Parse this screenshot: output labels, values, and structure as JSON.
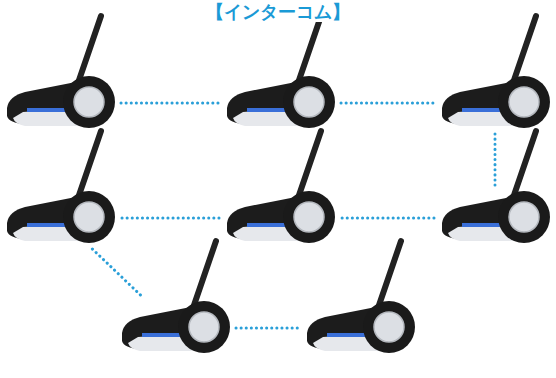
{
  "diagram": {
    "title": "【インターコム】",
    "nodes": [
      {
        "text": []
      },
      {
        "text": []
      },
      {
        "text": []
      },
      {
        "text": []
      },
      {
        "text": []
      },
      {
        "text": []
      },
      {
        "text": []
      },
      {
        "text": []
      }
    ],
    "edges": [
      {
        "from": 0,
        "to": 1,
        "arrow": "none"
      },
      {
        "from": 1,
        "to": 2,
        "arrow": "none"
      },
      {
        "from": 2,
        "to": 5,
        "arrow": "none"
      },
      {
        "from": 5,
        "to": 4,
        "arrow": "none"
      },
      {
        "from": 4,
        "to": 3,
        "arrow": "none"
      },
      {
        "from": 3,
        "to": 6,
        "arrow": "none"
      },
      {
        "from": 6,
        "to": 7,
        "arrow": "none"
      }
    ]
  }
}
